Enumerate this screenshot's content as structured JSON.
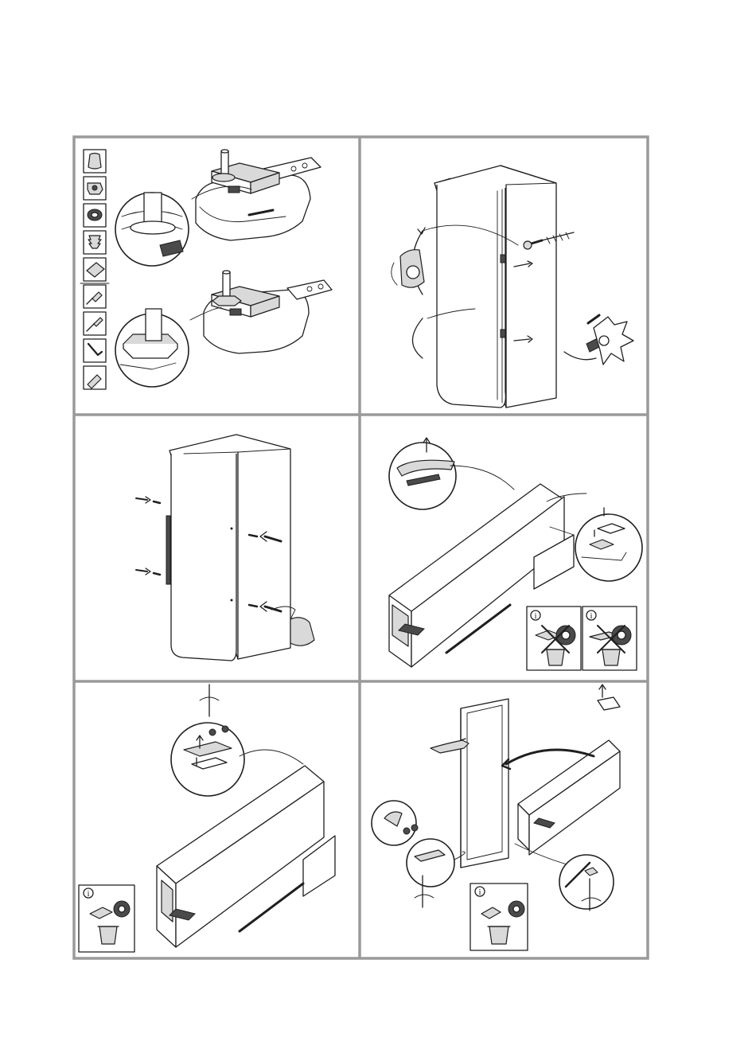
{
  "figure": {
    "frame_color": "#9a9a9a",
    "line_color": "#1f1f1f",
    "panels": [
      {
        "id": "panel-1",
        "subject": "hinge-pin-and-cover",
        "tool_icons": [
          "bag-icon",
          "clip-icon",
          "cap-icon",
          "plug-icon",
          "plate-icon",
          "screwdriver-icon",
          "torx-screwdriver-icon",
          "allen-key-icon",
          "socket-icon"
        ]
      },
      {
        "id": "panel-2",
        "subject": "unplug-and-remove-screws",
        "icons": [
          "screw-icon",
          "bag-icon",
          "power-plug-icon"
        ]
      },
      {
        "id": "panel-3",
        "subject": "remove-handle-screws",
        "icons": [
          "screw-icon",
          "bag-icon"
        ]
      },
      {
        "id": "panel-4",
        "subject": "lay-cabinet-remove-covers",
        "icons": [
          "info-icon",
          "recycle-bin-icon"
        ]
      },
      {
        "id": "panel-5",
        "subject": "unscrew-lower-hinge",
        "icons": [
          "info-icon",
          "recycle-bin-icon"
        ]
      },
      {
        "id": "panel-6",
        "subject": "remove-door-and-hinges",
        "icons": [
          "info-icon",
          "recycle-bin-icon",
          "hand-icon"
        ]
      }
    ]
  },
  "info_marks": {
    "panel_4_left": "i",
    "panel_4_right": "i",
    "panel_5": "i",
    "panel_6": "i"
  }
}
